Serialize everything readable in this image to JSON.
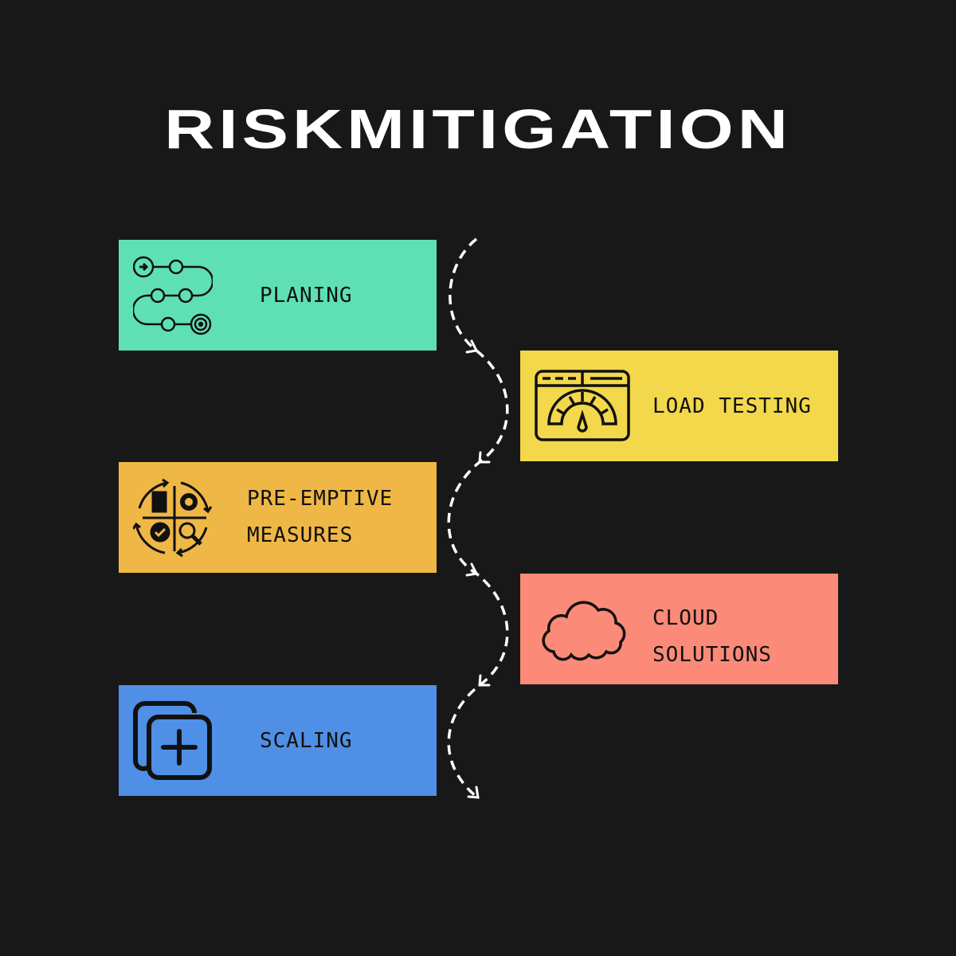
{
  "title": "RISKMITIGATION",
  "steps": [
    {
      "label": "PLANING",
      "icon": "roadmap-icon",
      "color": "#5fe0b4"
    },
    {
      "label": "LOAD TESTING",
      "icon": "speedometer-icon",
      "color": "#f2d84a"
    },
    {
      "label": "PRE-EMPTIVE\nMEASURES",
      "icon": "process-cycle-icon",
      "color": "#efb746"
    },
    {
      "label": "CLOUD\nSOLUTIONS",
      "icon": "cloud-icon",
      "color": "#fb8a78"
    },
    {
      "label": "SCALING",
      "icon": "add-copy-icon",
      "color": "#4f8fe6"
    }
  ]
}
